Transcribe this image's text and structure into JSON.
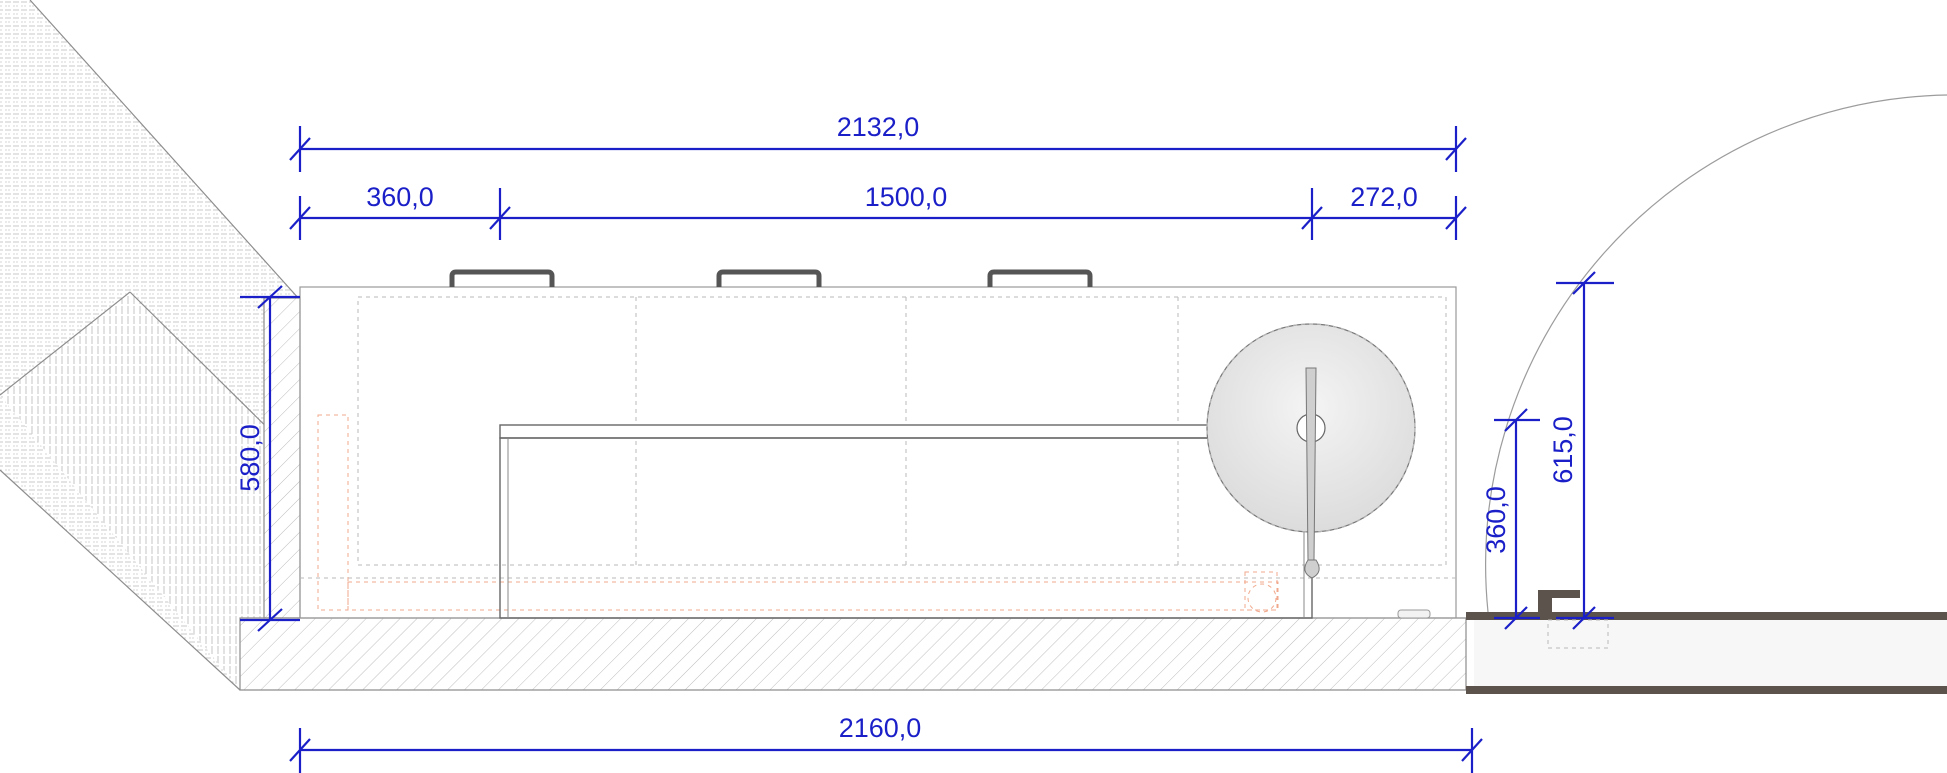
{
  "dimensions": {
    "top_total": "2132,0",
    "seg_left": "360,0",
    "seg_middle": "1500,0",
    "seg_right": "272,0",
    "bottom_total": "2160,0",
    "left_height": "580,0",
    "right_low": "360,0",
    "right_high": "615,0"
  },
  "colors": {
    "dimension": "#1a1fc8",
    "wall_hatch": "#a8a8a8",
    "floor_hatch": "#c2c2c2",
    "outline": "#8d8d8d"
  }
}
